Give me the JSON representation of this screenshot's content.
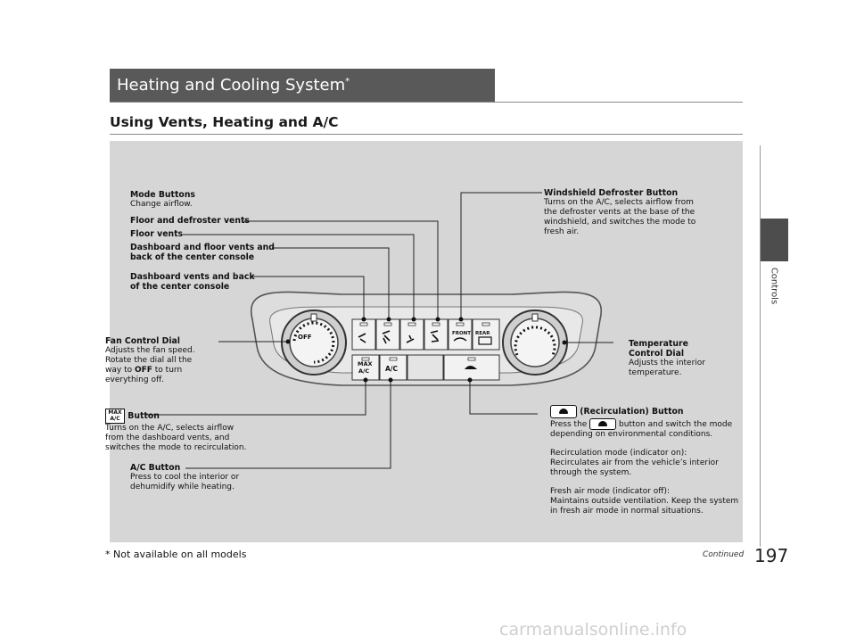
{
  "header": {
    "title": "Heating and Cooling System",
    "title_mark": "*",
    "subtitle": "Using Vents, Heating and A/C"
  },
  "side": {
    "label": "Controls"
  },
  "callouts": {
    "mode_buttons": {
      "title": "Mode Buttons",
      "text": "Change airflow."
    },
    "floor_defrost": "Floor and defroster vents",
    "floor": "Floor vents",
    "dash_floor": [
      "Dashboard and floor vents and",
      "back of the center console"
    ],
    "dash": [
      "Dashboard vents and back",
      "of the center console"
    ],
    "fan": {
      "title": "Fan Control Dial",
      "lines": [
        "Adjusts the fan speed.",
        "Rotate the dial all the",
        "way to "
      ],
      "off_word": "OFF",
      "after_off": " to turn",
      "last": "everything off."
    },
    "max_ac": {
      "title": " Button",
      "icon_text_top": "MAX",
      "icon_text_bottom": "A/C",
      "lines": [
        "Turns on the A/C, selects airflow",
        "from the dashboard vents, and",
        "switches the mode to recirculation."
      ]
    },
    "ac": {
      "title": "A/C Button",
      "lines": [
        "Press to cool the interior or",
        "dehumidify while heating."
      ]
    },
    "windshield": {
      "title": "Windshield Defroster Button",
      "lines": [
        "Turns on the A/C, selects airflow from",
        "the defroster vents at the base of the",
        "windshield, and switches the mode to",
        "fresh air."
      ]
    },
    "temperature": {
      "title1": "Temperature",
      "title2": "Control Dial",
      "lines": [
        "Adjusts the interior",
        "temperature."
      ]
    },
    "recirc": {
      "title": " (Recirculation) Button",
      "press_a": "Press the ",
      "press_b": " button and switch the mode",
      "press_c": "depending on environmental conditions.",
      "on_title": "Recirculation mode (indicator on):",
      "on_lines": [
        "Recirculates air from the vehicle’s interior",
        "through the system."
      ],
      "off_title": "Fresh air mode (indicator off):",
      "off_lines": [
        "Maintains outside ventilation. Keep the system",
        "in fresh air mode in normal situations."
      ]
    }
  },
  "panel": {
    "off_text": "OFF",
    "max_top": "MAX",
    "max_bottom": "A/C",
    "ac_text": "A/C",
    "front_text": "FRONT",
    "rear_text": "REAR"
  },
  "footer": {
    "footnote": "* Not available on all models",
    "continued": "Continued",
    "page_number": "197",
    "watermark": "carmanualsonline.info"
  },
  "colors": {
    "title_bar": "#595959",
    "figure_bg": "#d6d6d6",
    "side_tab": "#4d4d4d"
  }
}
